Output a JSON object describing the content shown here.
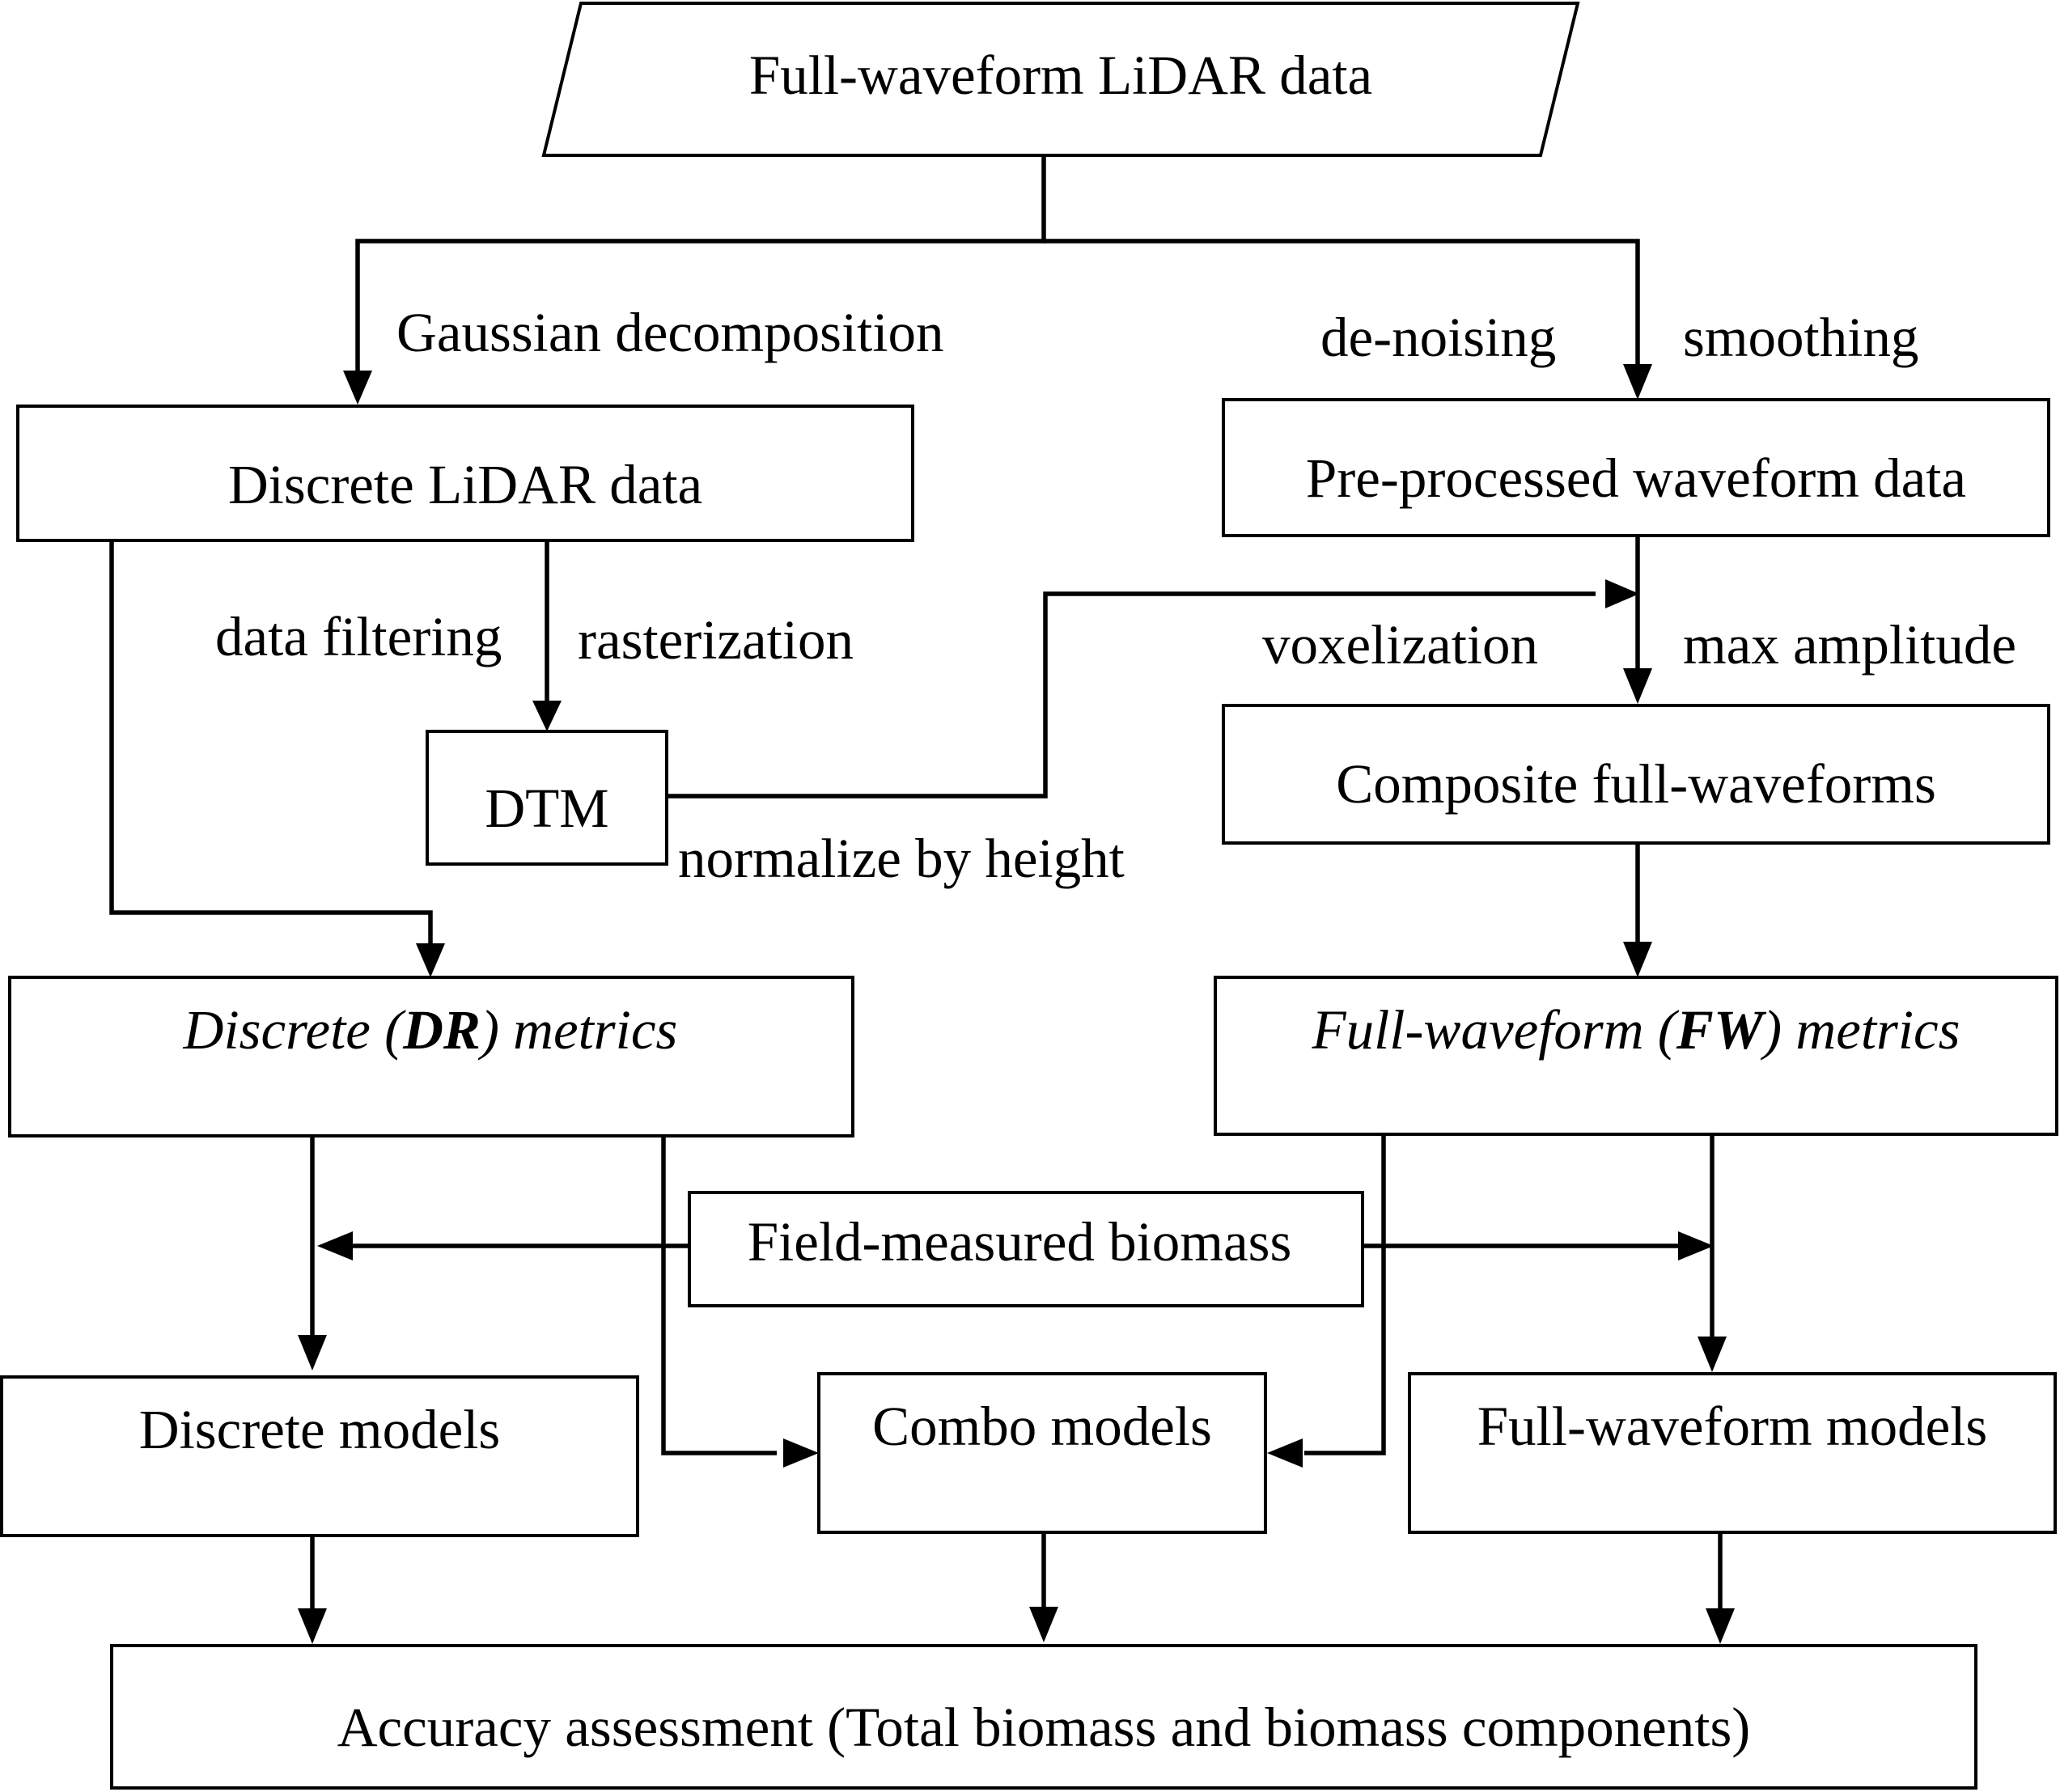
{
  "nodes": {
    "input": "Full-waveform LiDAR data",
    "discrete_data": "Discrete LiDAR data",
    "preprocessed": "Pre-processed waveform data",
    "dtm": "DTM",
    "composite": "Composite full-waveforms",
    "dr_metrics": {
      "prefix": "Discrete (",
      "abbr": "DR",
      "suffix": ") metrics"
    },
    "fw_metrics": {
      "prefix": "Full-waveform (",
      "abbr": "FW",
      "suffix": ") metrics"
    },
    "field_biomass": "Field-measured biomass",
    "discrete_models": "Discrete models",
    "combo_models": "Combo models",
    "fw_models": "Full-waveform models",
    "accuracy": "Accuracy assessment (Total biomass and biomass components)"
  },
  "edge_labels": {
    "gaussian": "Gaussian decomposition",
    "denoising": "de-noising",
    "smoothing": "smoothing",
    "data_filtering": "data filtering",
    "rasterization": "rasterization",
    "voxelization": "voxelization",
    "max_amplitude": "max amplitude",
    "normalize": "normalize by height"
  }
}
